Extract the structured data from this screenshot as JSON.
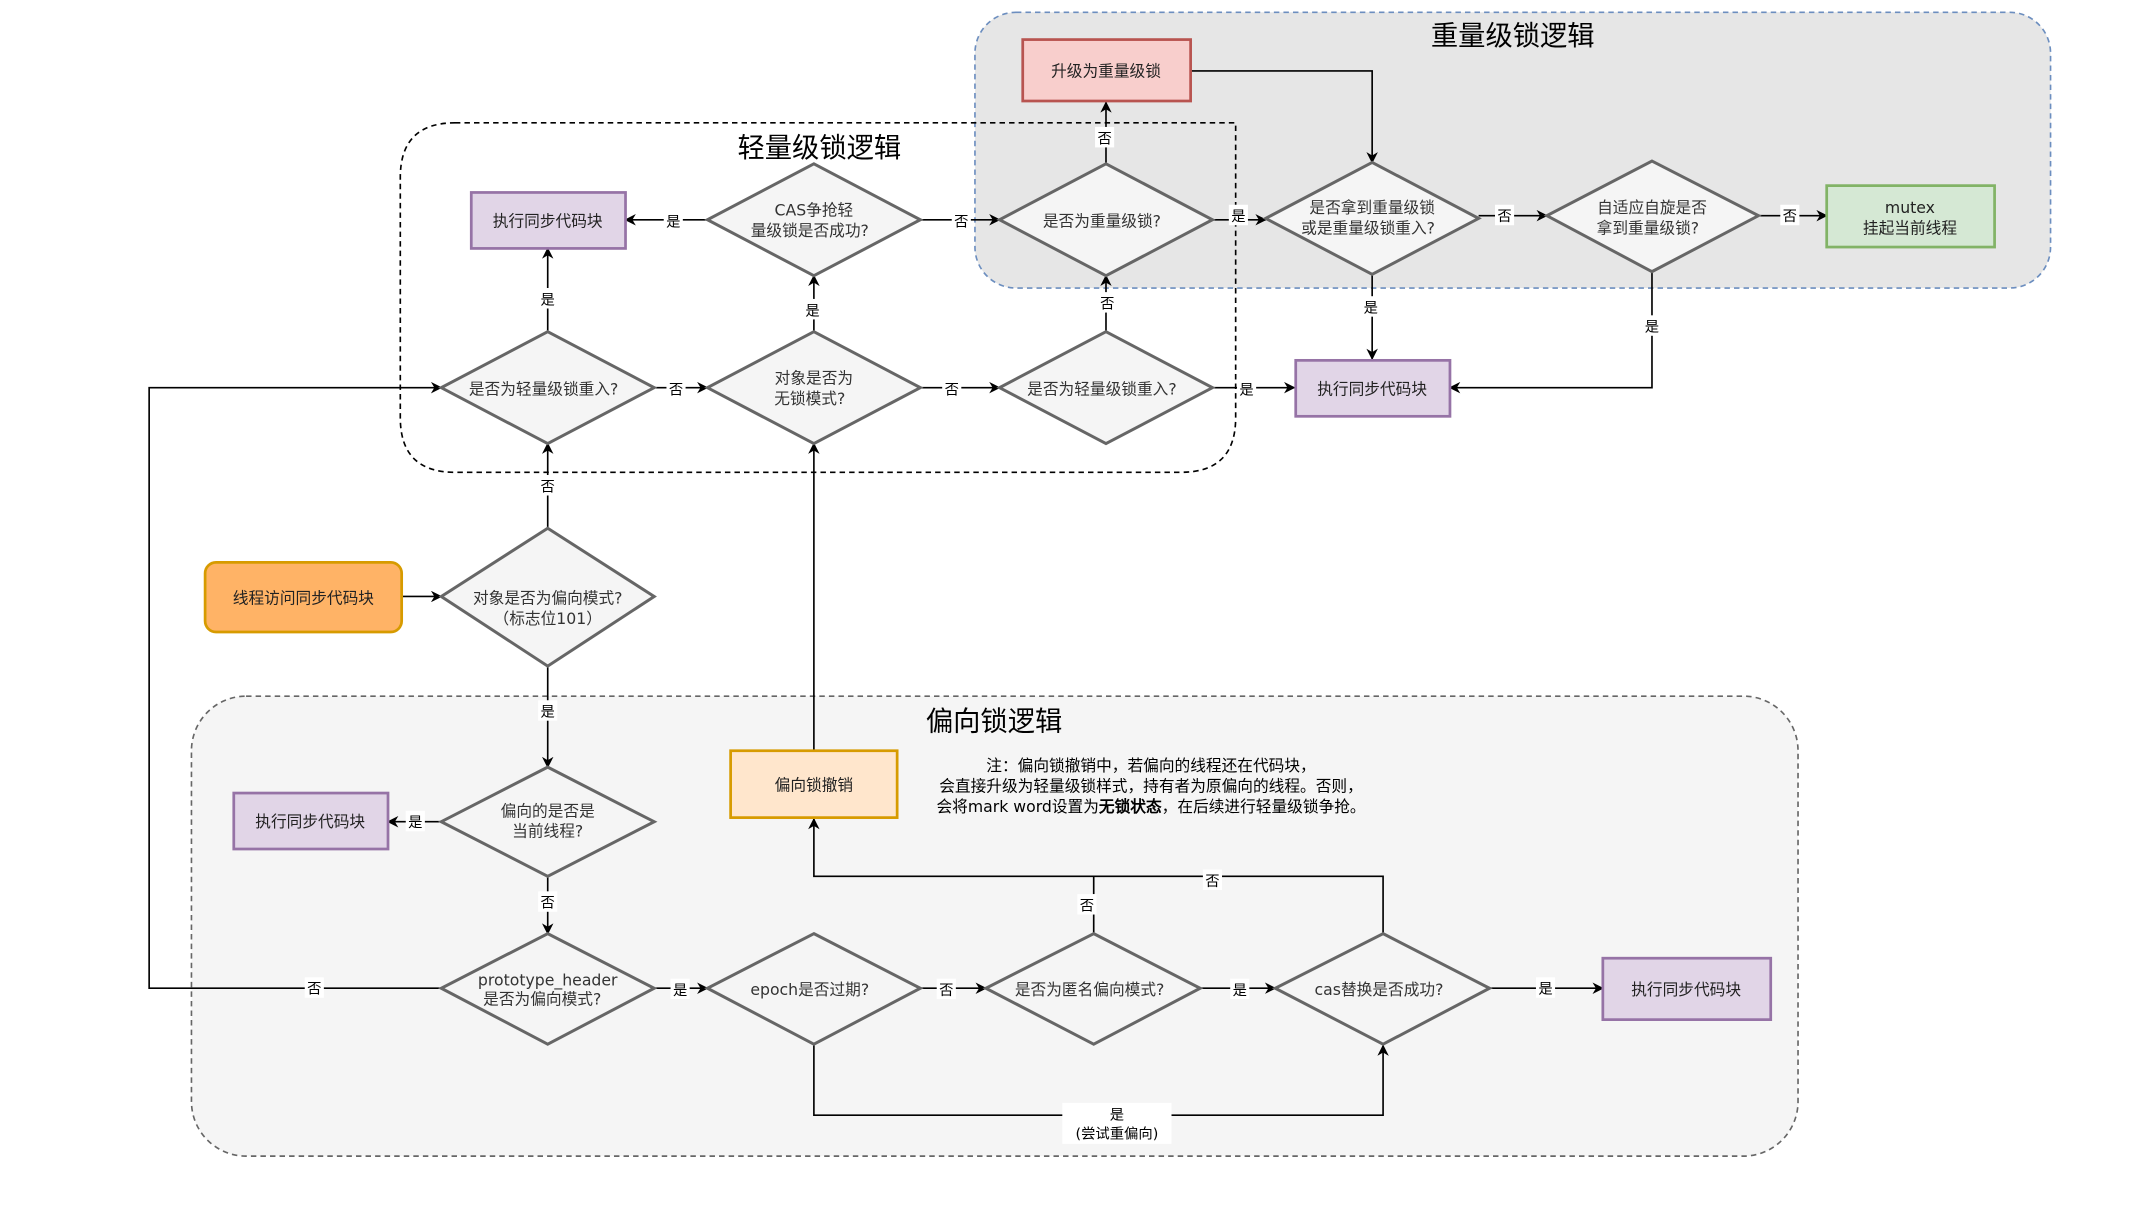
{
  "groups": {
    "heavy": {
      "title": "重量级锁逻辑",
      "fill": "#e6e6e6",
      "stroke": "#6c8ebf"
    },
    "light": {
      "title": "轻量级锁逻辑",
      "fill": "none",
      "stroke": "#000000"
    },
    "biased": {
      "title": "偏向锁逻辑",
      "fill": "#f5f5f5",
      "stroke": "#666666"
    }
  },
  "colors": {
    "purple_fill": "#e1d5e7",
    "purple_stroke": "#9673a6",
    "red_fill": "#f8cecc",
    "red_stroke": "#b85450",
    "green_fill": "#d5e8d4",
    "green_stroke": "#82b366",
    "orange_fill": "#ffb366",
    "orange_stroke": "#d79b00",
    "peach_fill": "#ffe6cc",
    "peach_stroke": "#d79b00"
  },
  "nodes": {
    "start": {
      "lines": [
        "线程访问同步代码块"
      ]
    },
    "is_biased_mode": {
      "lines": [
        "对象是否为偏向模式?",
        "（标志位101）"
      ]
    },
    "biased_current_thread": {
      "lines": [
        "偏向的是否是",
        "当前线程?"
      ]
    },
    "exec_biased_1": {
      "lines": [
        "执行同步代码块"
      ]
    },
    "prototype_header": {
      "lines": [
        "prototype_header",
        "是否为偏向模式?"
      ]
    },
    "epoch_expired": {
      "lines": [
        "epoch是否过期?"
      ]
    },
    "anonymous_biased": {
      "lines": [
        "是否为匿名偏向模式?"
      ]
    },
    "cas_replace": {
      "lines": [
        "cas替换是否成功?"
      ]
    },
    "exec_biased_2": {
      "lines": [
        "执行同步代码块"
      ]
    },
    "revoke_bias": {
      "lines": [
        "偏向锁撤销"
      ]
    },
    "light_reentry_1": {
      "lines": [
        "是否为轻量级锁重入?"
      ]
    },
    "lock_free": {
      "lines": [
        "对象是否为",
        "无锁模式?"
      ]
    },
    "light_reentry_2": {
      "lines": [
        "是否为轻量级锁重入?"
      ]
    },
    "cas_light": {
      "lines": [
        "CAS争抢轻",
        "量级锁是否成功?"
      ]
    },
    "exec_light": {
      "lines": [
        "执行同步代码块"
      ]
    },
    "is_heavy": {
      "lines": [
        "是否为重量级锁?"
      ]
    },
    "upgrade_heavy": {
      "lines": [
        "升级为重量级锁"
      ]
    },
    "got_heavy": {
      "lines": [
        "是否拿到重量级锁",
        "或是重量级锁重入?"
      ]
    },
    "adaptive_spin": {
      "lines": [
        "自适应自旋是否",
        "拿到重量级锁?"
      ]
    },
    "mutex": {
      "lines": [
        "mutex",
        "挂起当前线程"
      ]
    },
    "exec_heavy": {
      "lines": [
        "执行同步代码块"
      ]
    }
  },
  "note": {
    "line1": "注：偏向锁撤销中，若偏向的线程还在代码块，",
    "line2": "会直接升级为轻量级锁样式，持有者为原偏向的线程。否则，",
    "line3_prefix": "会将mark word设置为",
    "line3_bold": "无锁状态",
    "line3_suffix": "，在后续进行轻量级锁争抢。"
  },
  "edge_labels": {
    "yes": "是",
    "no": "否",
    "retry_bias_yes": "是",
    "retry_bias_sub": "(尝试重偏向)"
  }
}
